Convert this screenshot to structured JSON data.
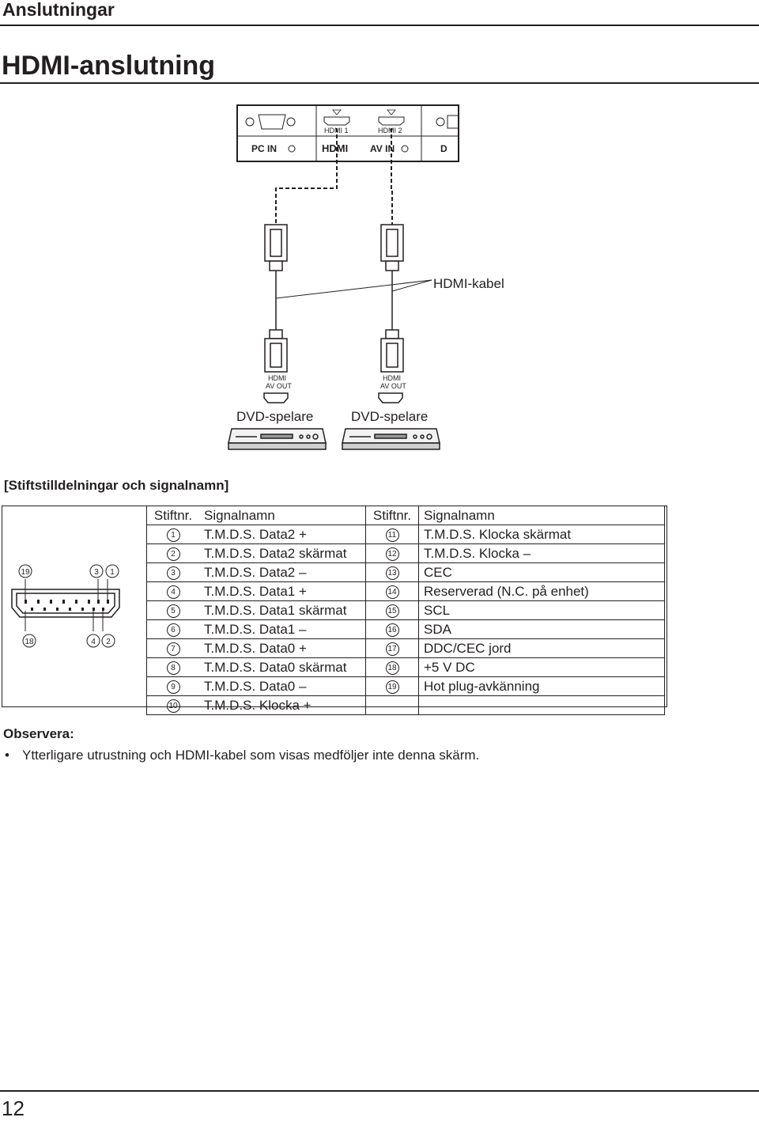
{
  "header": {
    "title": "Anslutningar"
  },
  "page_title": "HDMI-anslutning",
  "diagram": {
    "panel": {
      "pc_in": "PC IN",
      "hdmi_logo": "HDMI",
      "av_in": "AV IN",
      "partial": "D",
      "hdmi1": "HDMI 1",
      "hdmi2": "HDMI 2"
    },
    "cable_label": "HDMI-kabel",
    "devices": [
      {
        "port_top": "HDMI",
        "port_bottom": "AV OUT",
        "label": "DVD-spelare"
      },
      {
        "port_top": "HDMI",
        "port_bottom": "AV OUT",
        "label": "DVD-spelare"
      }
    ]
  },
  "section_heading": "[Stiftstilldelningar och signalnamn]",
  "connector_pins": {
    "top_left": "19",
    "top_right_a": "3",
    "top_right_b": "1",
    "bottom_left": "18",
    "bottom_right_a": "4",
    "bottom_right_b": "2"
  },
  "pin_table": {
    "headers": [
      "Stiftnr.",
      "Signalnamn",
      "Stiftnr.",
      "Signalnamn"
    ],
    "rows": [
      [
        "1",
        "T.M.D.S. Data2 +",
        "11",
        "T.M.D.S. Klocka skärmat"
      ],
      [
        "2",
        "T.M.D.S. Data2 skärmat",
        "12",
        "T.M.D.S. Klocka –"
      ],
      [
        "3",
        "T.M.D.S. Data2 –",
        "13",
        "CEC"
      ],
      [
        "4",
        "T.M.D.S. Data1 +",
        "14",
        "Reserverad (N.C. på enhet)"
      ],
      [
        "5",
        "T.M.D.S. Data1 skärmat",
        "15",
        "SCL"
      ],
      [
        "6",
        "T.M.D.S. Data1 –",
        "16",
        "SDA"
      ],
      [
        "7",
        "T.M.D.S. Data0 +",
        "17",
        "DDC/CEC jord"
      ],
      [
        "8",
        "T.M.D.S. Data0 skärmat",
        "18",
        "+5 V DC"
      ],
      [
        "9",
        "T.M.D.S. Data0 –",
        "19",
        "Hot plug-avkänning"
      ],
      [
        "10",
        "T.M.D.S. Klocka +",
        "",
        ""
      ]
    ]
  },
  "note": {
    "heading": "Observera:",
    "bullet": "•",
    "text": "Ytterligare utrustning och HDMI-kabel som visas medföljer inte denna skärm."
  },
  "page_number": "12"
}
